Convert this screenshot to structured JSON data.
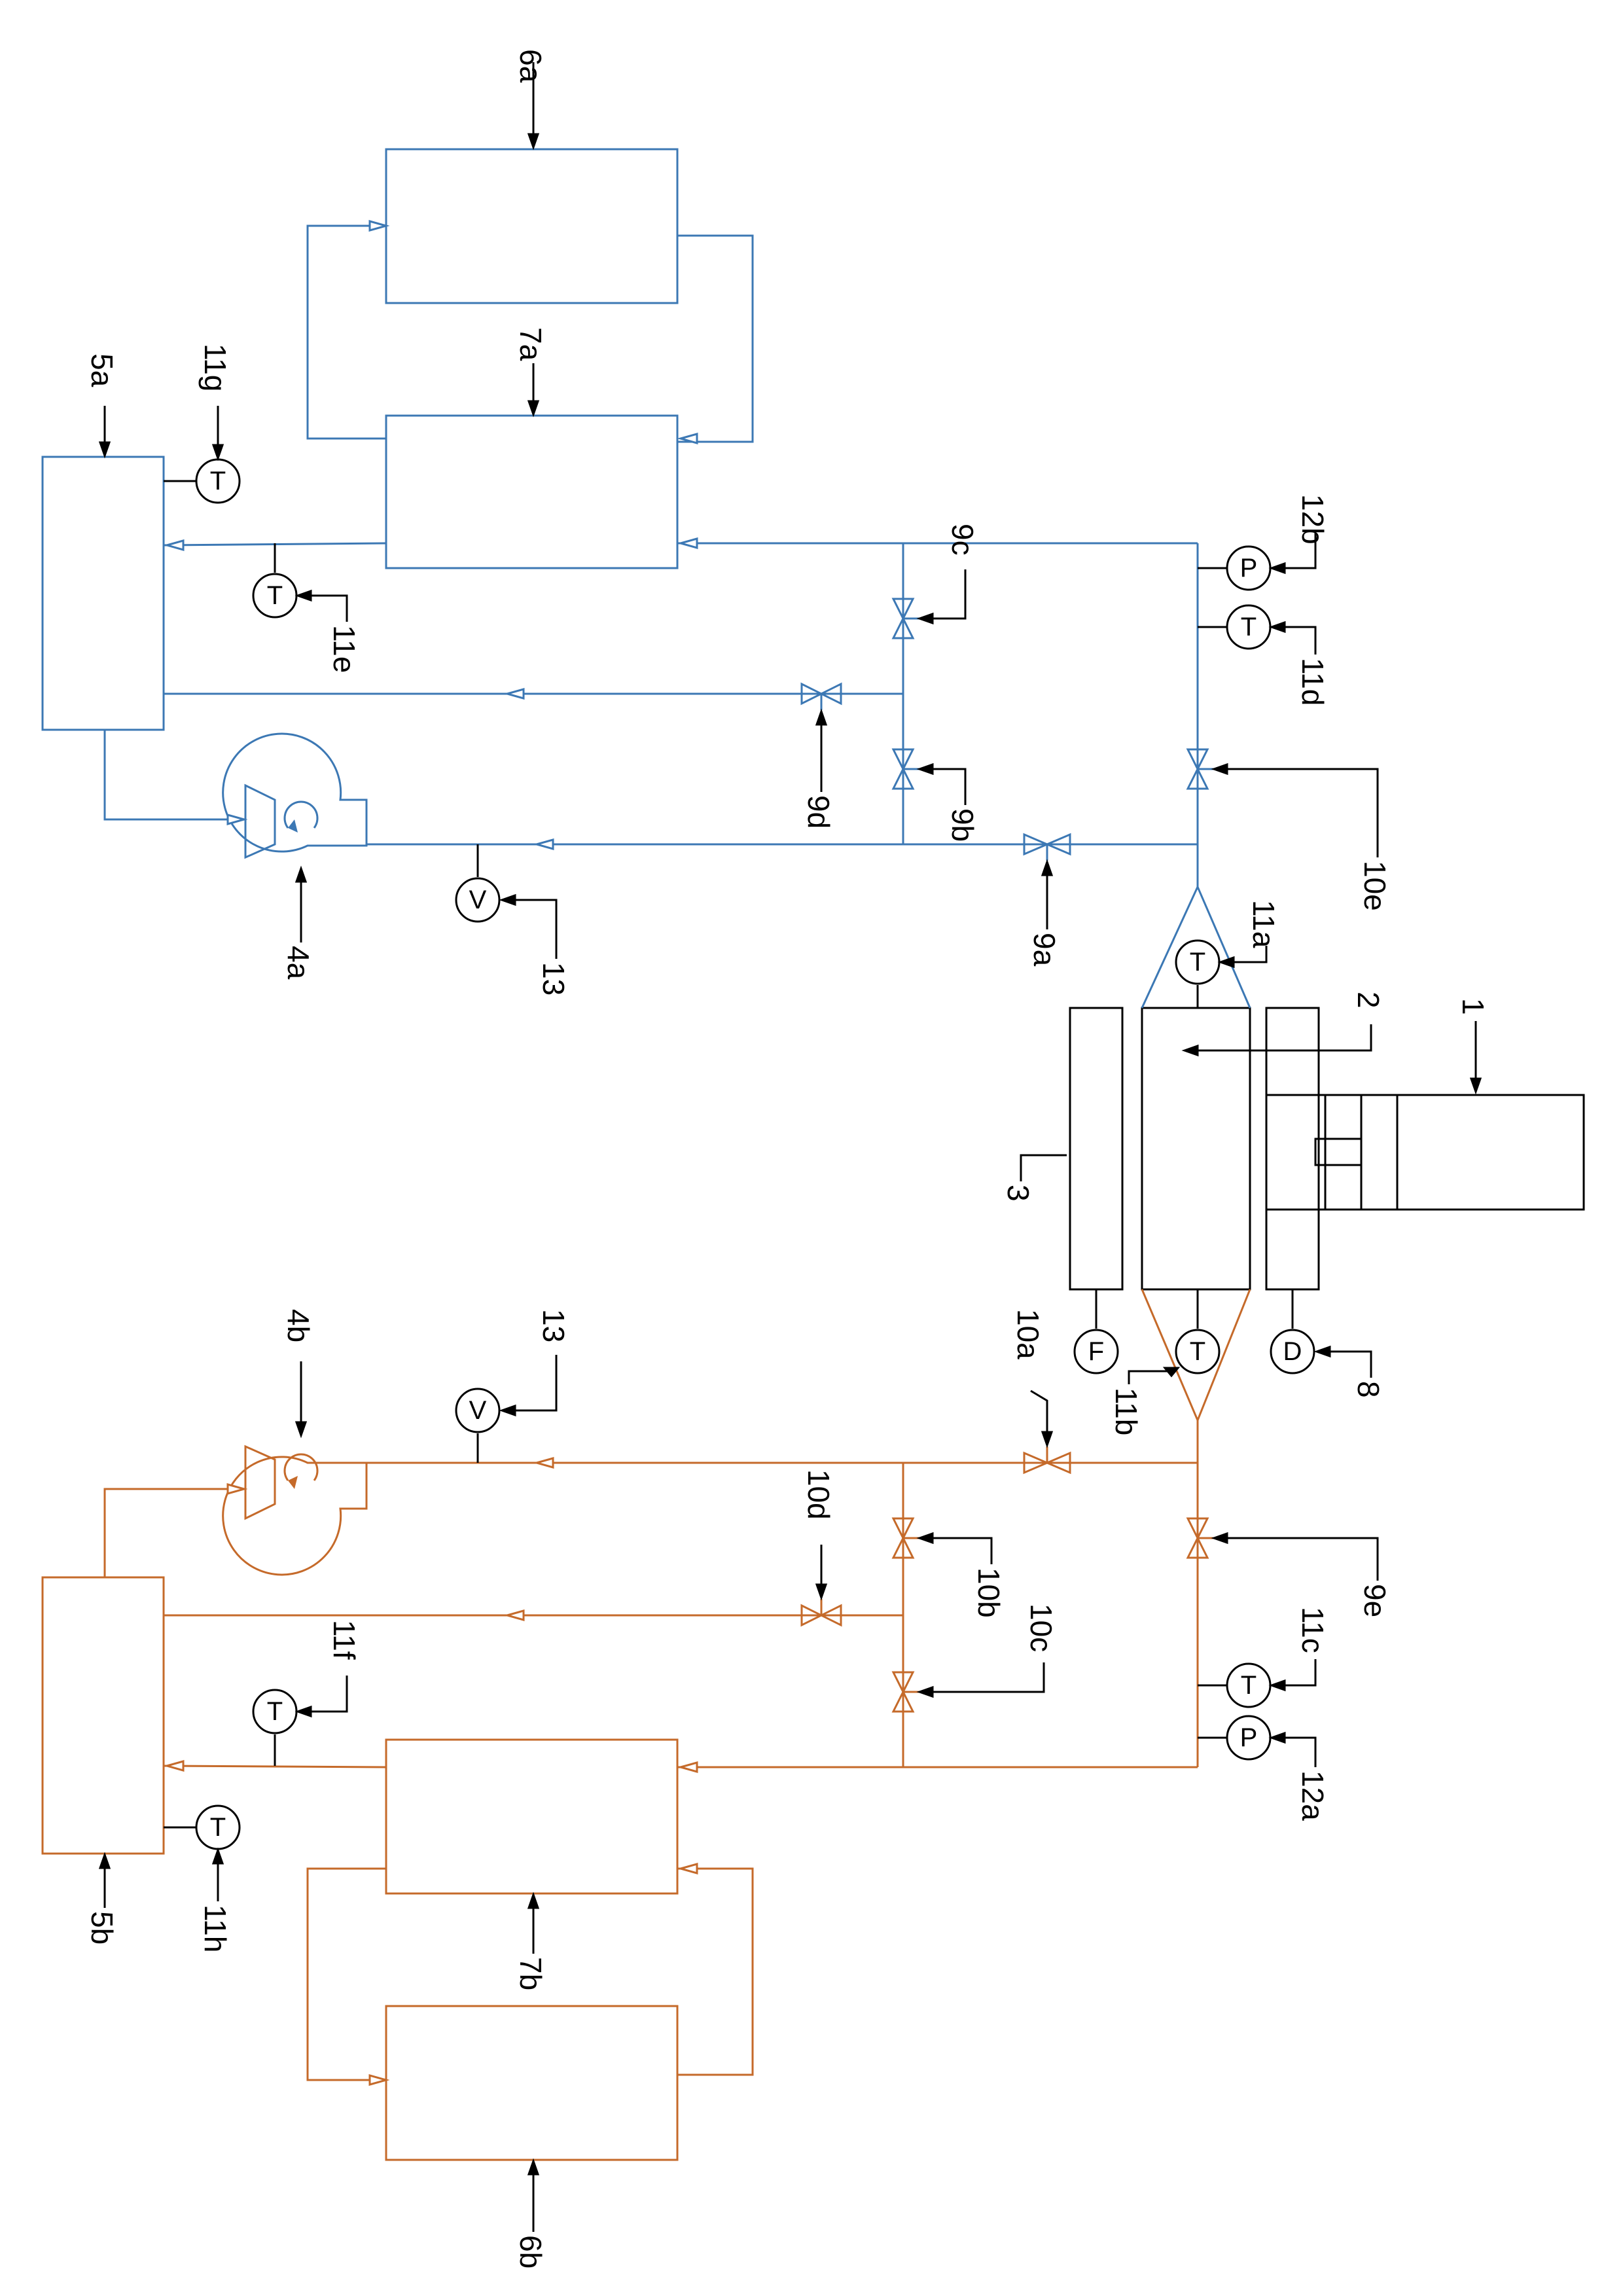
{
  "colors": {
    "blue": "#3c78b4",
    "orange": "#c56a2a",
    "black": "#000000"
  },
  "instrument_symbols": {
    "temperature": "T",
    "pressure": "P",
    "voltage": "V",
    "flow": "F",
    "density": "D"
  },
  "labels": {
    "l1": "1",
    "l2": "2",
    "l3": "3",
    "l4a": "4a",
    "l4b": "4b",
    "l5a": "5a",
    "l5b": "5b",
    "l6a": "6a",
    "l6b": "6b",
    "l7a": "7a",
    "l7b": "7b",
    "l8": "8",
    "l9a": "9a",
    "l9b": "9b",
    "l9c": "9c",
    "l9d": "9d",
    "l9e": "9e",
    "l10a": "10a",
    "l10b": "10b",
    "l10c": "10c",
    "l10d": "10d",
    "l10e": "10e",
    "l11a": "11a",
    "l11b": "11b",
    "l11c": "11c",
    "l11d": "11d",
    "l11e": "11e",
    "l11f": "11f",
    "l11g": "11g",
    "l11h": "11h",
    "l12a": "12a",
    "l12b": "12b",
    "l13a": "13",
    "l13b": "13"
  }
}
